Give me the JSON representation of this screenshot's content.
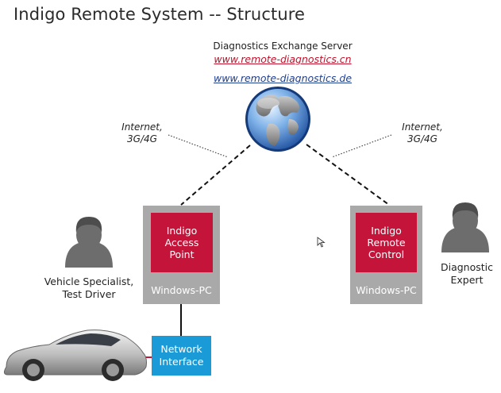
{
  "title": "Indigo Remote System -- Structure",
  "server": {
    "name": "Diagnostics Exchange Server",
    "url_cn": "www.remote-diagnostics.cn",
    "url_de": "www.remote-diagnostics.de",
    "icon": "globe-icon"
  },
  "connections": {
    "left_label": "Internet,\n3G/4G",
    "right_label": "Internet,\n3G/4G"
  },
  "nodes": {
    "access_point": "Indigo\nAccess\nPoint",
    "remote_control": "Indigo\nRemote\nControl",
    "pc_left": "Windows-PC",
    "pc_right": "Windows-PC",
    "network_interface": "Network\nInterface"
  },
  "people": {
    "vehicle_specialist": "Vehicle Specialist,\nTest Driver",
    "diagnostic_expert": "Diagnostic\nExpert",
    "icon": "person-icon"
  },
  "colors": {
    "indigo_red": "#c4143a",
    "pc_gray": "#a9a9a9",
    "interface_blue": "#1a9ad6",
    "url_red": "#c0122b",
    "url_blue": "#1f3f8f"
  }
}
